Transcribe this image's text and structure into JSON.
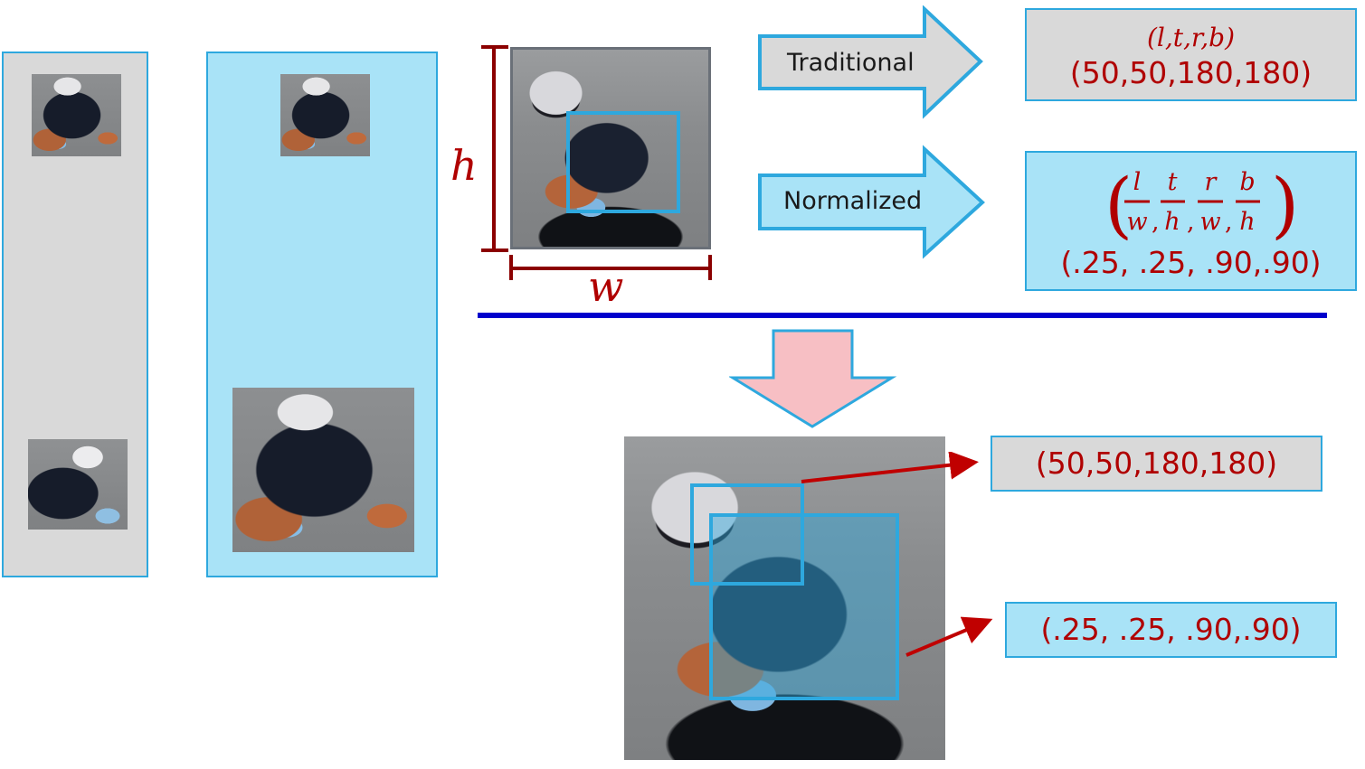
{
  "labels": {
    "traditional": "Traditional",
    "normalized": "Normalized",
    "h": "h",
    "w": "w"
  },
  "traditional_box": {
    "formula": "(l,t,r,b)",
    "value": "(50,50,180,180)"
  },
  "normalized_box": {
    "num_l": "l",
    "den_w1": "w",
    "num_t": "t",
    "den_h1": "h",
    "num_r": "r",
    "den_w2": "w",
    "num_b": "b",
    "den_h2": "h",
    "value": "(.25, .25, .90,.90)"
  },
  "result_traditional": "(50,50,180,180)",
  "result_normalized": "(.25, .25, .90,.90)",
  "colors": {
    "accent_blue": "#2ea8de",
    "light_blue": "#a9e3f7",
    "gray_panel": "#d9d9d9",
    "dark_red": "#b00000",
    "divider_blue": "#0000cc",
    "pink_arrow": "#f7bfc4"
  }
}
